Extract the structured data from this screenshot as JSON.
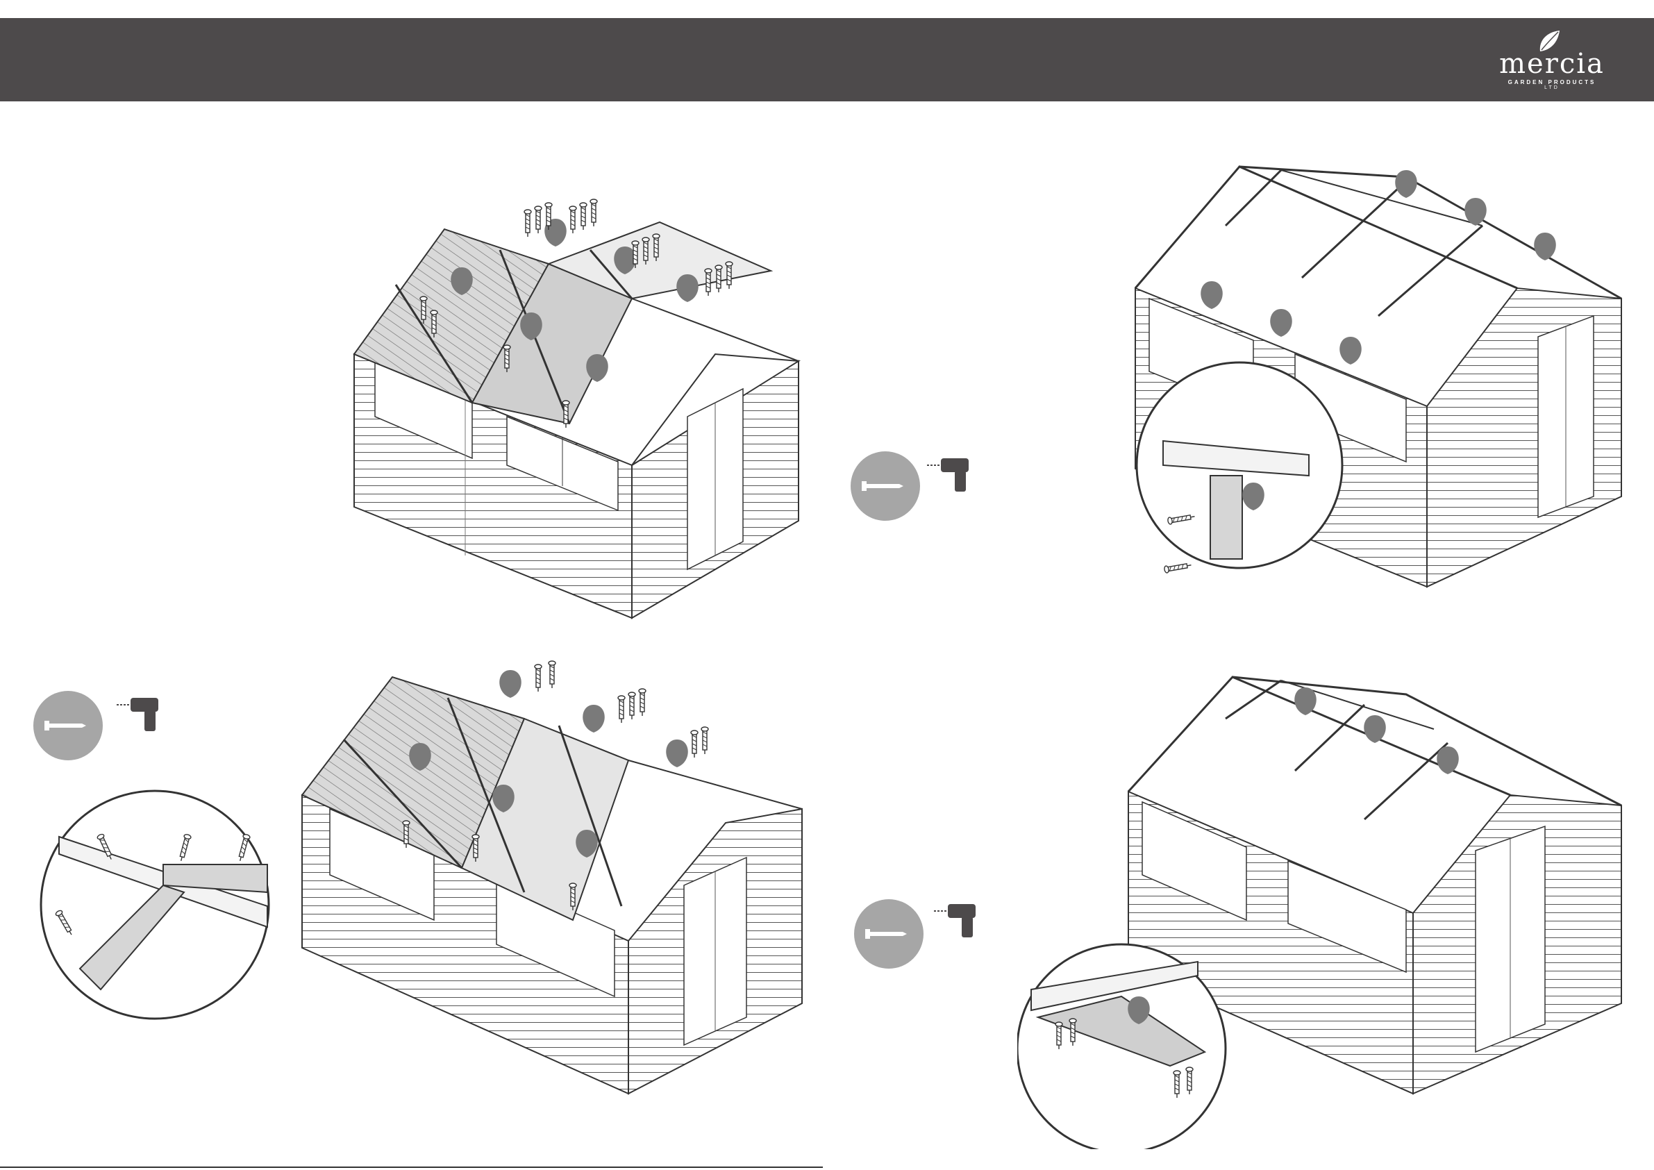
{
  "brand": {
    "name": "mercia",
    "tagline": "GARDEN PRODUCTS",
    "suffix": "LTD",
    "header_color": "#4d4a4b"
  },
  "icons": {
    "screw": "screw-icon",
    "drill": "drill-icon",
    "marker": "marker-pin-icon"
  },
  "steps": [
    {
      "id": "step-1",
      "view": "shed-roof-frame-with-screws"
    },
    {
      "id": "step-2",
      "view": "shed-roof-purlins-with-detail"
    },
    {
      "id": "step-3",
      "view": "shed-roof-glazing-bars-with-detail"
    },
    {
      "id": "step-4",
      "view": "shed-roof-ridge-brace-with-detail"
    }
  ]
}
